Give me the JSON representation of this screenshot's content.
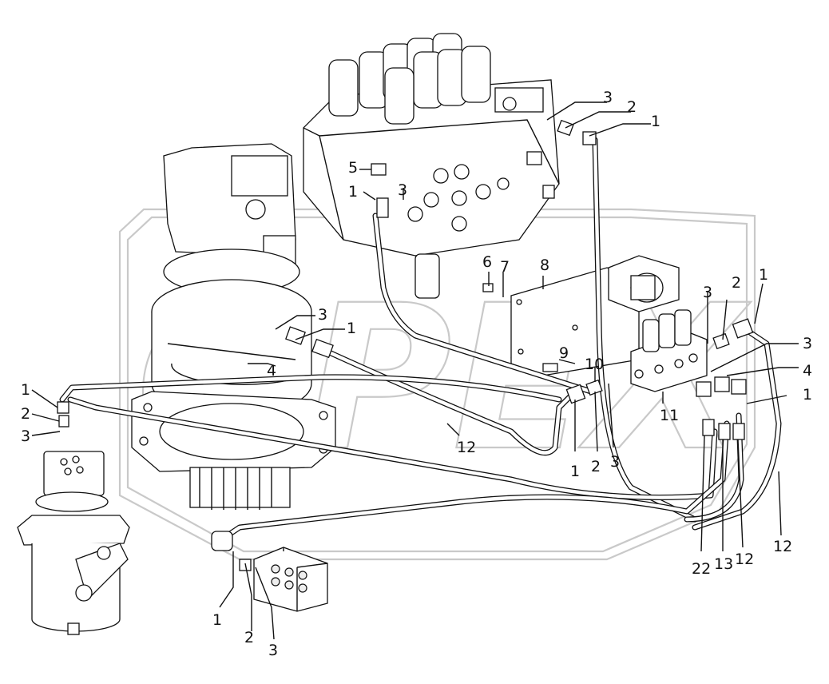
{
  "watermark": "OPEX",
  "callouts": [
    {
      "id": "c-top-3",
      "text": "3"
    },
    {
      "id": "c-top-2",
      "text": "2"
    },
    {
      "id": "c-top-1",
      "text": "1"
    },
    {
      "id": "c-5",
      "text": "5"
    },
    {
      "id": "c-val-1",
      "text": "1"
    },
    {
      "id": "c-val-3",
      "text": "3"
    },
    {
      "id": "c-6",
      "text": "6"
    },
    {
      "id": "c-7",
      "text": "7"
    },
    {
      "id": "c-8",
      "text": "8"
    },
    {
      "id": "c-mot-3",
      "text": "3"
    },
    {
      "id": "c-mot-1",
      "text": "1"
    },
    {
      "id": "c-mot-4",
      "text": "4"
    },
    {
      "id": "c-blk-3a",
      "text": "3"
    },
    {
      "id": "c-blk-2",
      "text": "2"
    },
    {
      "id": "c-blk-1a",
      "text": "1"
    },
    {
      "id": "c-blk-3b",
      "text": "3"
    },
    {
      "id": "c-blk-4",
      "text": "4"
    },
    {
      "id": "c-blk-1b",
      "text": "1"
    },
    {
      "id": "c-9",
      "text": "9"
    },
    {
      "id": "c-10",
      "text": "10"
    },
    {
      "id": "c-11",
      "text": "11"
    },
    {
      "id": "c-left-1",
      "text": "1"
    },
    {
      "id": "c-left-2",
      "text": "2"
    },
    {
      "id": "c-left-3",
      "text": "3"
    },
    {
      "id": "c-12a",
      "text": "12"
    },
    {
      "id": "c-low-1",
      "text": "1"
    },
    {
      "id": "c-low-2",
      "text": "2"
    },
    {
      "id": "c-low-3",
      "text": "3"
    },
    {
      "id": "c-22",
      "text": "22"
    },
    {
      "id": "c-13",
      "text": "13"
    },
    {
      "id": "c-12b",
      "text": "12"
    },
    {
      "id": "c-12c",
      "text": "12"
    },
    {
      "id": "c-bot-1",
      "text": "1"
    },
    {
      "id": "c-bot-2",
      "text": "2"
    },
    {
      "id": "c-bot-3",
      "text": "3"
    }
  ]
}
